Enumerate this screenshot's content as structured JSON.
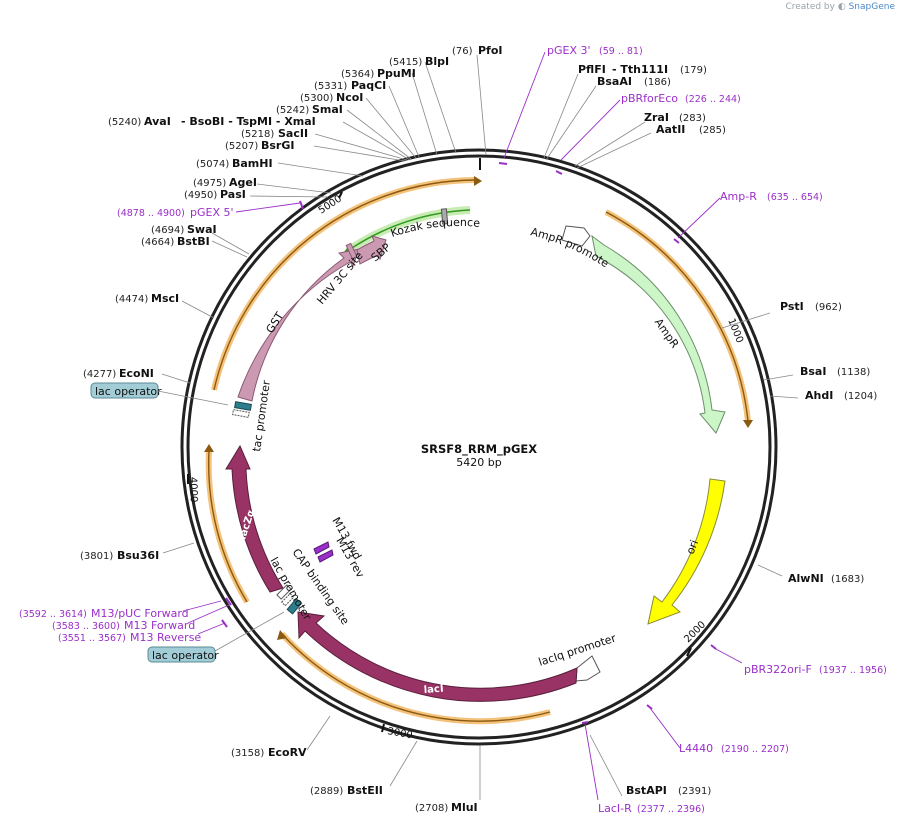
{
  "credit": {
    "prefix": "Created by",
    "brand": "SnapGene"
  },
  "plasmid": {
    "name": "SRSF8_RRM_pGEX",
    "length_label": "5420 bp"
  },
  "tick_labels": [
    "1000",
    "2000",
    "3000",
    "4000",
    "5000"
  ],
  "enzymes": [
    {
      "name": "PfoI",
      "pos": "(76)"
    },
    {
      "name": "PflFI",
      "extra": "- Tth111I",
      "pos": "(179)"
    },
    {
      "name": "BsaAI",
      "pos": "(186)"
    },
    {
      "name": "ZraI",
      "pos": "(283)"
    },
    {
      "name": "AatII",
      "pos": "(285)"
    },
    {
      "name": "PstI",
      "pos": "(962)"
    },
    {
      "name": "BsaI",
      "pos": "(1138)"
    },
    {
      "name": "AhdI",
      "pos": "(1204)"
    },
    {
      "name": "AlwNI",
      "pos": "(1683)"
    },
    {
      "name": "BstAPI",
      "pos": "(2391)"
    },
    {
      "name": "MluI",
      "pos": "(2708)"
    },
    {
      "name": "BstEII",
      "pos": "(2889)"
    },
    {
      "name": "EcoRV",
      "pos": "(3158)"
    },
    {
      "name": "Bsu36I",
      "pos": "(3801)"
    },
    {
      "name": "EcoNI",
      "pos": "(4277)"
    },
    {
      "name": "MscI",
      "pos": "(4474)"
    },
    {
      "name": "BstBI",
      "pos": "(4664)"
    },
    {
      "name": "SwaI",
      "pos": "(4694)"
    },
    {
      "name": "PasI",
      "pos": "(4950)"
    },
    {
      "name": "AgeI",
      "pos": "(4975)"
    },
    {
      "name": "BamHI",
      "pos": "(5074)"
    },
    {
      "name": "BsrGI",
      "pos": "(5207)"
    },
    {
      "name": "SacII",
      "pos": "(5218)"
    },
    {
      "name": "AvaI",
      "extra": "- BsoBI  - TspMI  - XmaI",
      "pos": "(5240)"
    },
    {
      "name": "SmaI",
      "pos": "(5242)"
    },
    {
      "name": "NcoI",
      "pos": "(5300)"
    },
    {
      "name": "PaqCI",
      "pos": "(5331)"
    },
    {
      "name": "PpuMI",
      "pos": "(5364)"
    },
    {
      "name": "BlpI",
      "pos": "(5415)"
    }
  ],
  "primers": [
    {
      "name": "pGEX 3'",
      "range": "(59 .. 81)"
    },
    {
      "name": "pBRforEco",
      "range": "(226 .. 244)"
    },
    {
      "name": "Amp-R",
      "range": "(635 .. 654)"
    },
    {
      "name": "pBR322ori-F",
      "range": "(1937 .. 1956)"
    },
    {
      "name": "L4440",
      "range": "(2190 .. 2207)"
    },
    {
      "name": "LacI-R",
      "range": "(2377 .. 2396)"
    },
    {
      "name": "M13 Reverse",
      "range": "(3551 .. 3567)"
    },
    {
      "name": "M13 Forward",
      "range": "(3583 .. 3600)"
    },
    {
      "name": "M13/pUC Forward",
      "range": "(3592 .. 3614)"
    },
    {
      "name": "pGEX 5'",
      "range": "(4878 .. 4900)"
    }
  ],
  "features": {
    "ampr_promoter": "AmpR promoter",
    "ampr": "AmpR",
    "ori": "ori",
    "laciq_promoter": "lacIq promoter",
    "laci": "lacI",
    "lac_promoter": "lac promoter",
    "cap_site": "CAP binding site",
    "m13_fwd": "M13 fwd",
    "m13_rev": "M13 rev",
    "laczalpha": "lacZα",
    "tac_promoter": "tac promoter",
    "gst": "GST",
    "hrv": "HRV 3C site",
    "sbp": "SBP",
    "kozak": "Kozak sequence",
    "lac_operator_1": "lac operator",
    "lac_operator_2": "lac operator"
  },
  "colors": {
    "backbone": "#222222",
    "ampr": "#ccf5c8",
    "ampr_promoter": "#ffffff",
    "ori": "#ffff00",
    "laci": "#993366",
    "laczalpha": "#993366",
    "gst": "#cc99b2",
    "sbp": "#cc99b2",
    "operator": "#2d7d8d",
    "operator_box": "#a3cdd6",
    "cds_arc": "#f2b24a",
    "kozak_arc": "#2f9a1f",
    "primer": "#9b2fc9"
  }
}
